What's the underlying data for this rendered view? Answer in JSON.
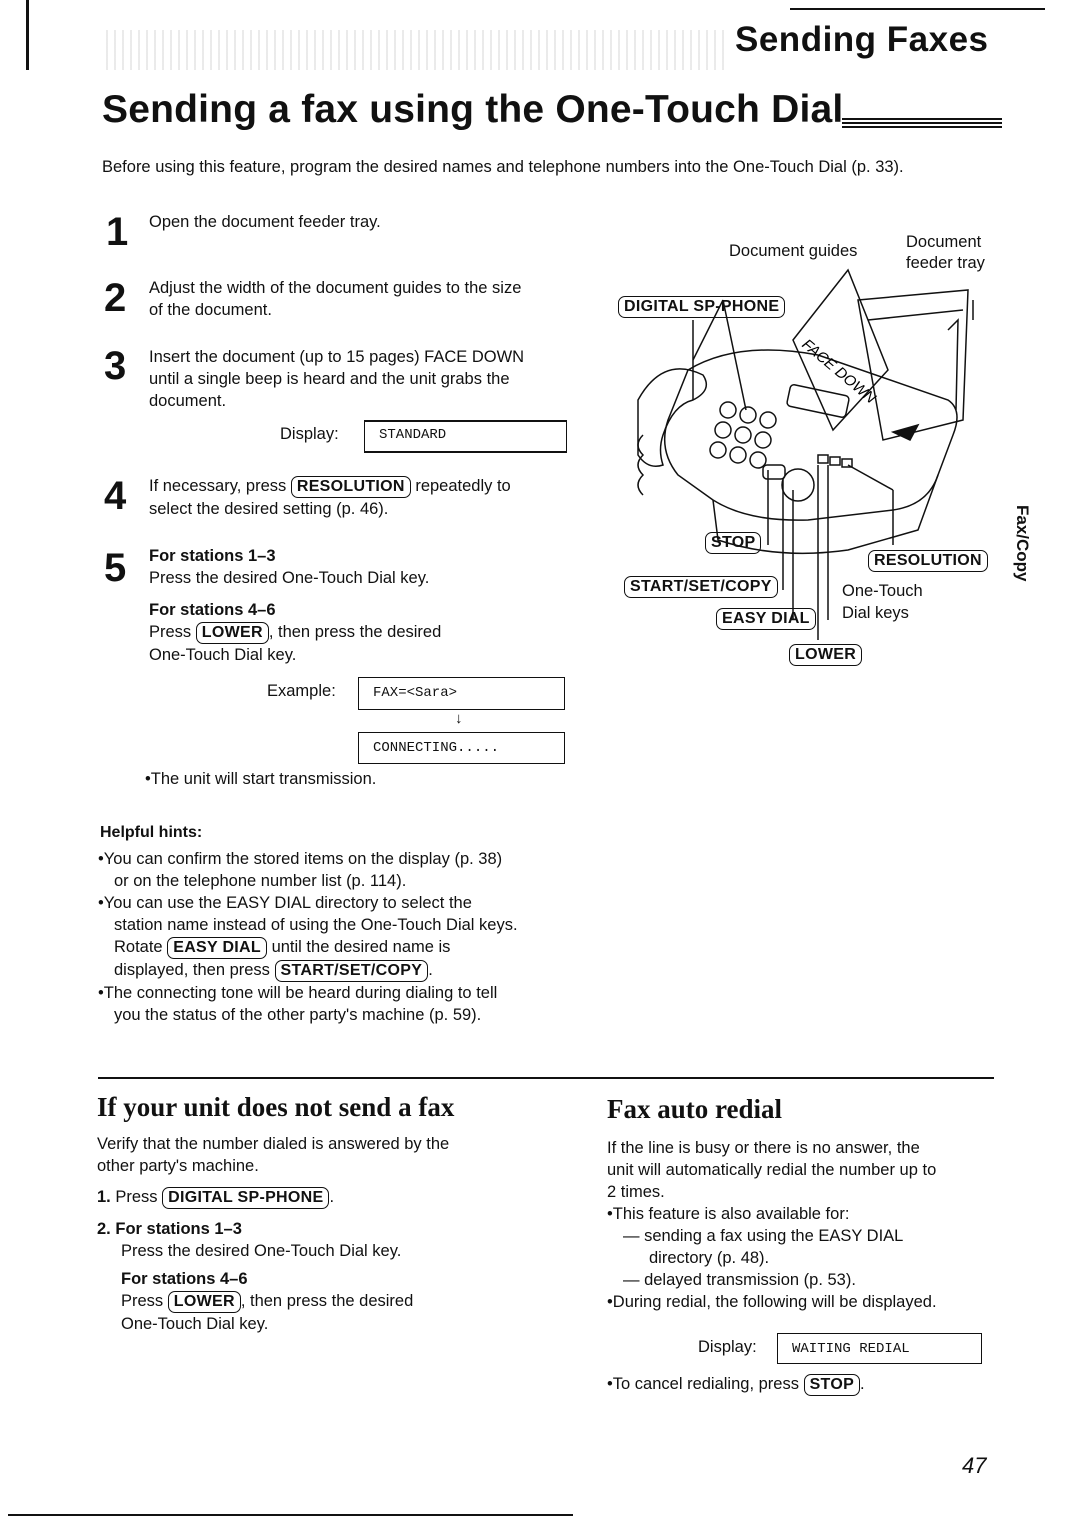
{
  "header": {
    "section": "Sending Faxes"
  },
  "title": "Sending a fax using the One-Touch Dial",
  "intro": "Before using this feature, program the desired names and telephone numbers into the One-Touch Dial (p. 33).",
  "steps": [
    {
      "num": "1",
      "lines": [
        "Open the document feeder tray."
      ]
    },
    {
      "num": "2",
      "lines": [
        "Adjust the width of the document guides to the size",
        "of the document."
      ]
    },
    {
      "num": "3",
      "lines": [
        "Insert the document (up to 15 pages) FACE DOWN",
        "until a single beep is heard and the unit grabs the",
        "document."
      ],
      "display_label": "Display:",
      "display_value": "STANDARD"
    },
    {
      "num": "4",
      "pre": "If necessary, press",
      "key": "RESOLUTION",
      "post": "repeatedly to",
      "line2": "select the desired setting (p. 46)."
    },
    {
      "num": "5",
      "sub1_head": "For stations 1–3",
      "sub1_text": "Press the desired One-Touch Dial key.",
      "sub2_head": "For stations 4–6",
      "sub2_pre": "Press",
      "sub2_key": "LOWER",
      "sub2_post": ", then press the desired",
      "sub2_line2": "One-Touch Dial key.",
      "example_label": "Example:",
      "example_value": "FAX=<Sara>",
      "arrow": "↓",
      "connecting_value": "CONNECTING.....",
      "result": "The unit will start transmission."
    }
  ],
  "figure": {
    "document_guides": "Document guides",
    "feeder_line1": "Document",
    "feeder_line2": "feeder tray",
    "digital_sp_phone": "DIGITAL SP-PHONE",
    "face_down": "FACE DOWN",
    "stop": "STOP",
    "start_set_copy": "START/SET/COPY",
    "easy_dial": "EASY DIAL",
    "resolution": "RESOLUTION",
    "one_touch_line1": "One-Touch",
    "one_touch_line2": "Dial keys",
    "lower": "LOWER"
  },
  "hints": {
    "title": "Helpful hints:",
    "h1_l1": "You can confirm the stored items on the display (p. 38)",
    "h1_l2": "or on the telephone number list (p. 114).",
    "h2_l1": "You can use the EASY DIAL directory to select the",
    "h2_l2": "station name instead of using the One-Touch Dial keys.",
    "h2_l3_pre": "Rotate",
    "h2_l3_key": "EASY DIAL",
    "h2_l3_post": "until the desired name is",
    "h2_l4_pre": "displayed, then press",
    "h2_l4_key": "START/SET/COPY",
    "h2_l4_post": ".",
    "h3_l1": "The connecting tone will be heard during dialing to tell",
    "h3_l2": "you the status of the other party's machine (p. 59)."
  },
  "notsend": {
    "title": "If your unit does not send a fax",
    "intro_l1": "Verify that the number dialed is answered by the",
    "intro_l2": "other party's machine.",
    "i1_num": "1.",
    "i1_pre": "Press",
    "i1_key": "DIGITAL SP-PHONE",
    "i1_post": ".",
    "i2_num": "2.",
    "i2_head": "For stations 1–3",
    "i2_text": "Press the desired One-Touch Dial key.",
    "i2_head2": "For stations 4–6",
    "i2_pre": "Press",
    "i2_key": "LOWER",
    "i2_post": ", then press the desired",
    "i2_line2": "One-Touch Dial key."
  },
  "redial": {
    "title": "Fax auto redial",
    "p_l1": "If the line is busy or there is no answer, the",
    "p_l2": "unit will automatically redial the number up to",
    "p_l3": "2 times.",
    "b1": "This feature is also available for:",
    "d1_l1": "— sending a fax using the EASY DIAL",
    "d1_l2": "directory (p. 48).",
    "d2": "— delayed transmission (p. 53).",
    "b2": "During redial, the following will be displayed.",
    "display_label": "Display:",
    "display_value": "WAITING REDIAL",
    "cancel_pre": "To cancel redialing, press",
    "cancel_key": "STOP",
    "cancel_post": "."
  },
  "side_tab": "Fax/Copy",
  "page_number": "47"
}
